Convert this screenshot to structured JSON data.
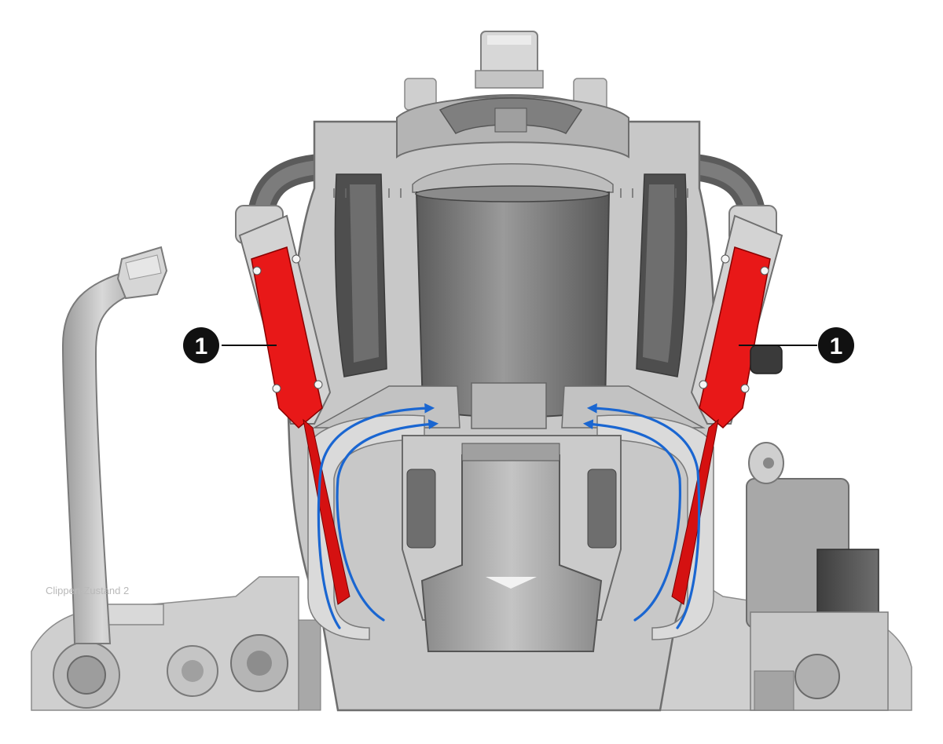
{
  "callouts": [
    {
      "label": "1"
    },
    {
      "label": "1"
    }
  ],
  "watermark_text": "Clippen-Zustand 2",
  "colors": {
    "housing": "#c9c9c9",
    "housing_dark": "#a9a9a9",
    "housing_light": "#dedede",
    "cavity": "#6a6a6a",
    "cavity_dark": "#4a4a4a",
    "element_red": "#e81818",
    "flow_blue": "#1a66d1",
    "callout_fill": "#111111"
  },
  "icons": {
    "flow_arrow": "arrow-icon"
  }
}
